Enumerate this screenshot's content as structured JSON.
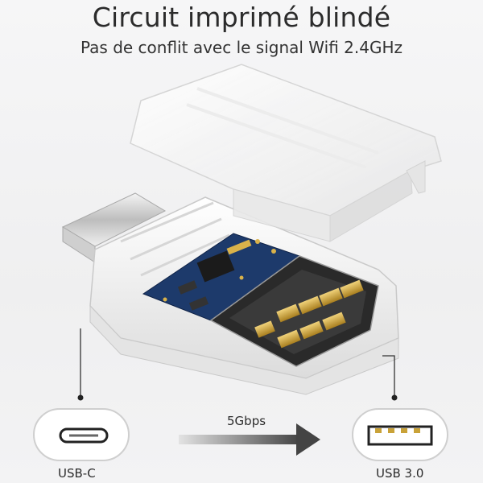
{
  "header": {
    "title": "Circuit imprimé blindé",
    "subtitle": "Pas de conflit avec le signal Wifi 2.4GHz"
  },
  "ports": {
    "left_label": "USB-C",
    "right_label": "USB 3.0"
  },
  "transfer": {
    "speed_label": "5Gbps"
  },
  "colors": {
    "text": "#2b2b2b",
    "pcb": "#1d3a6b",
    "gold": "#c9a238",
    "arrow": "#444444"
  }
}
